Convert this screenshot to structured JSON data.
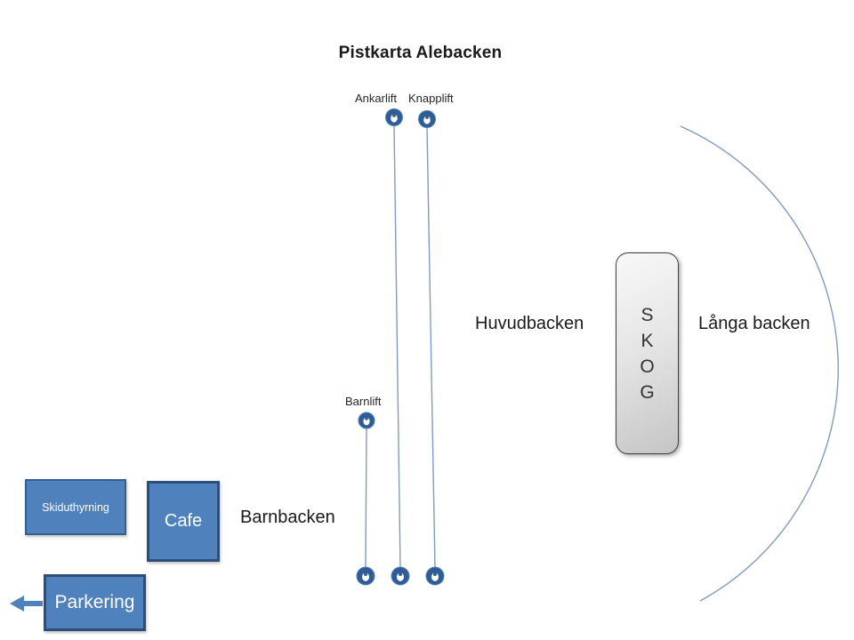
{
  "title": "Pistkarta Alebacken",
  "lift_labels": {
    "ankarlift": "Ankarlift",
    "knapplift": "Knapplift",
    "barnlift": "Barnlift"
  },
  "slope_labels": {
    "huvudbacken": "Huvudbacken",
    "langa_backen": "Långa backen",
    "barnbacken": "Barnbacken"
  },
  "forest_box": {
    "text": "S\nK\nO\nG"
  },
  "facilities": {
    "skiduthyrning": "Skiduthyrning",
    "cafe": "Cafe",
    "parkering": "Parkering"
  },
  "icons": {
    "lift_station": "lift-station-marker",
    "parking_direction": "left-arrow"
  },
  "colors": {
    "facility_fill": "#4f81bd",
    "facility_border_light": "#365f91",
    "facility_border_dark": "#2e4e79",
    "marker_fill": "#2f5c94",
    "lift_line": "#7f9cc0",
    "boundary_arc": "#7f9cc0",
    "forest_fill_top": "#f8f8f8",
    "forest_fill_bottom": "#c5c5c5",
    "text_dark": "#1a1a1a"
  }
}
